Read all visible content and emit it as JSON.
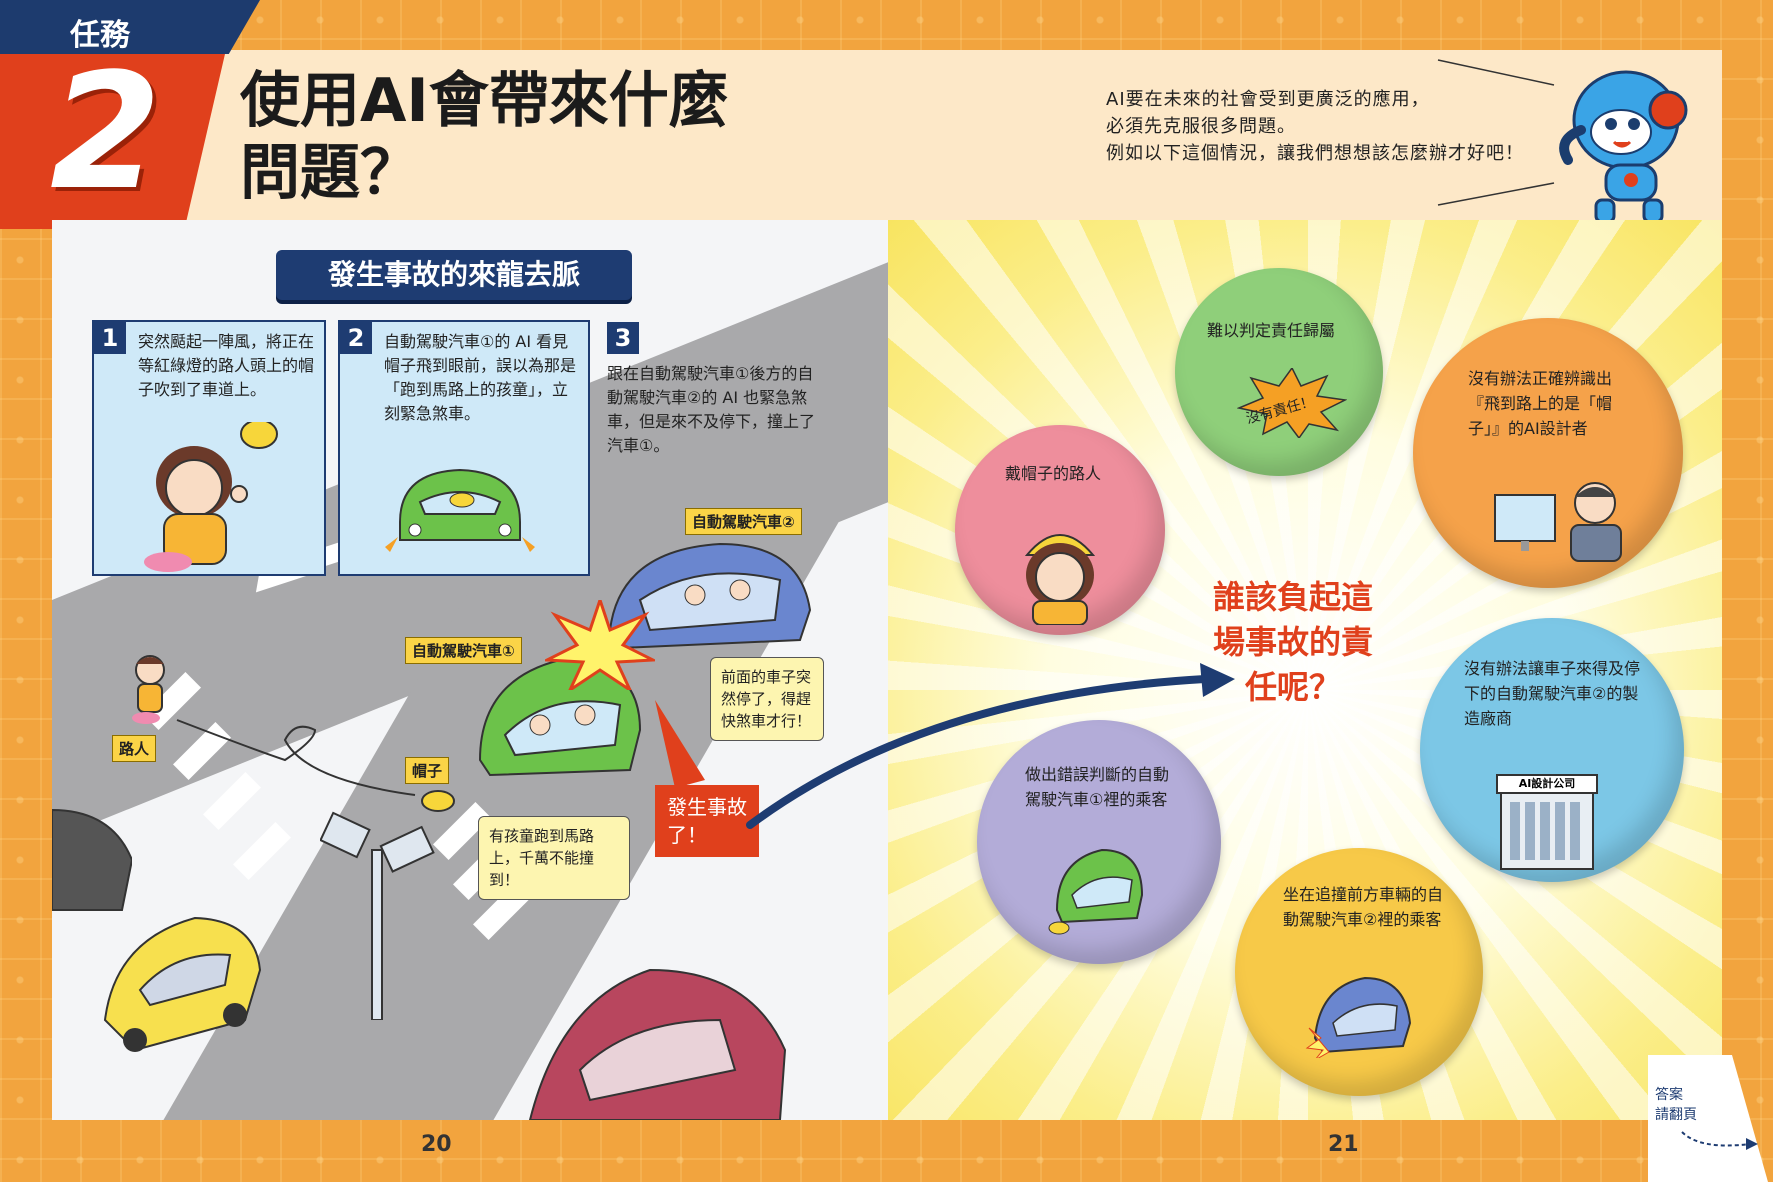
{
  "header": {
    "task_label": "任務",
    "task_number": "2",
    "title_line1": "使用AI會帶來什麼",
    "title_line2": "問題？",
    "intro_lines": [
      "AI要在未來的社會受到更廣泛的應用，",
      "必須先克服很多問題。",
      "例如以下這個情況，讓我們想想該怎麼辦才好吧！"
    ]
  },
  "left_page": {
    "section_title": "發生事故的來龍去脈",
    "steps": [
      {
        "num": "1",
        "text": "突然颳起一陣風，將正在等紅綠燈的路人頭上的帽子吹到了車道上。"
      },
      {
        "num": "2",
        "text": "自動駕駛汽車①的 AI 看見帽子飛到眼前，誤以為那是「跑到馬路上的孩童」，立刻緊急煞車。"
      },
      {
        "num": "3",
        "text": "跟在自動駕駛汽車①後方的自動駕駛汽車②的 AI 也緊急煞車，但是來不及停下，撞上了汽車①。"
      }
    ],
    "tags": {
      "car2": "自動駕駛汽車②",
      "car1": "自動駕駛汽車①",
      "pedestrian": "路人",
      "hat": "帽子"
    },
    "bubbles": {
      "car2_speech": "前面的車子突然停了，得趕快煞車才行！",
      "car1_speech": "有孩童跑到馬路上，千萬不能撞到！",
      "accident": "發生事故了！"
    },
    "page_number": "20"
  },
  "right_page": {
    "question": "誰該負起這場事故的責任呢？",
    "options": [
      {
        "id": "no_one",
        "text": "難以判定責任歸屬",
        "stamp": "沒有責任！",
        "color": "#8fcf7a"
      },
      {
        "id": "designer",
        "text": "沒有辦法正確辨識出『飛到路上的是「帽子」』的AI設計者",
        "color": "#f5a24a"
      },
      {
        "id": "pedestrian",
        "text": "戴帽子的路人",
        "color": "#ee8e9c"
      },
      {
        "id": "manufacturer",
        "text": "沒有辦法讓車子來得及停下的自動駕駛汽車②的製造廠商",
        "sign": "AI設計公司",
        "color": "#7cc7e6"
      },
      {
        "id": "passenger1",
        "text": "做出錯誤判斷的自動駕駛汽車①裡的乘客",
        "color": "#b3acd8"
      },
      {
        "id": "passenger2",
        "text": "坐在追撞前方車輛的自動駕駛汽車②裡的乘客",
        "color": "#f7c948"
      }
    ],
    "page_number": "21",
    "answer_note": [
      "答案",
      "請翻頁"
    ]
  }
}
